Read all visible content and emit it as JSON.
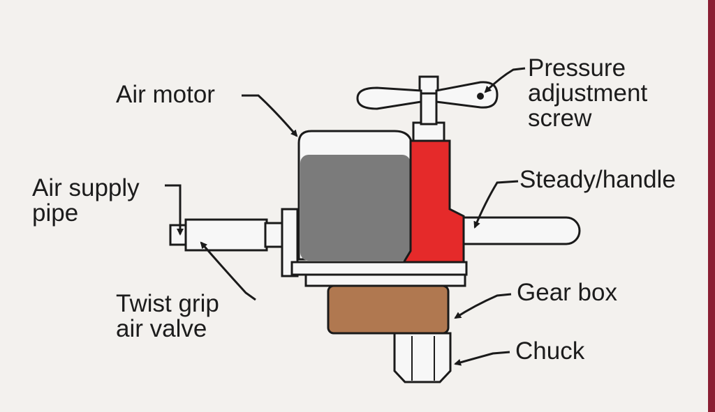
{
  "colors": {
    "motor_fill": "#7b7b7b",
    "handle_housing_fill": "#e52a2a",
    "gearbox_fill": "#b07850",
    "outline": "#1a1a1a",
    "background": "#f3f1ee",
    "edge_bar": "#8a1f33"
  },
  "labels": {
    "air_motor": {
      "lines": [
        "Air motor"
      ]
    },
    "pressure_screw": {
      "lines": [
        "Pressure",
        "adjustment",
        "screw"
      ]
    },
    "steady_handle": {
      "lines": [
        "Steady/handle"
      ]
    },
    "air_supply_pipe": {
      "lines": [
        "Air supply",
        "pipe"
      ]
    },
    "twist_grip": {
      "lines": [
        "Twist grip",
        "air valve"
      ]
    },
    "gear_box": {
      "lines": [
        "Gear box"
      ]
    },
    "chuck": {
      "lines": [
        "Chuck"
      ]
    }
  }
}
